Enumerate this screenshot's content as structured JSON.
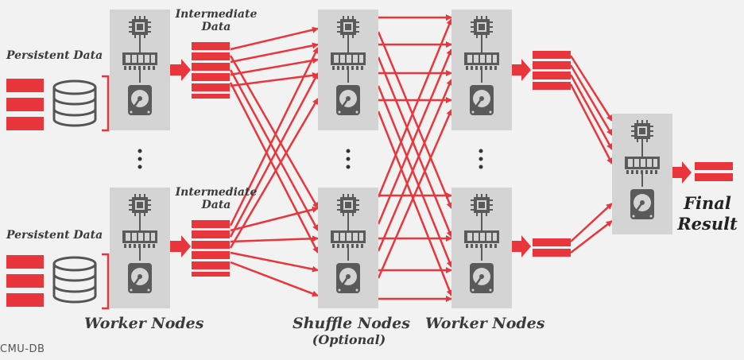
{
  "labels": {
    "persistent_top": "Persistent Data",
    "persistent_bottom": "Persistent Data",
    "intermediate_top_line1": "Intermediate",
    "intermediate_top_line2": "Data",
    "intermediate_bottom_line1": "Intermediate",
    "intermediate_bottom_line2": "Data",
    "worker_nodes_left": "Worker Nodes",
    "shuffle_nodes": "Shuffle Nodes",
    "shuffle_optional": "(Optional)",
    "worker_nodes_right": "Worker Nodes",
    "final_line1": "Final",
    "final_line2": "Result",
    "brand": "CMU-DB"
  },
  "colors": {
    "accent": "#e8363c",
    "node_box": "#d4d4d4",
    "icon": "#5a5a5a",
    "background": "#f2f2f2"
  },
  "icons": [
    "cpu-icon",
    "ram-icon",
    "hard-drive-icon",
    "database-icon"
  ]
}
